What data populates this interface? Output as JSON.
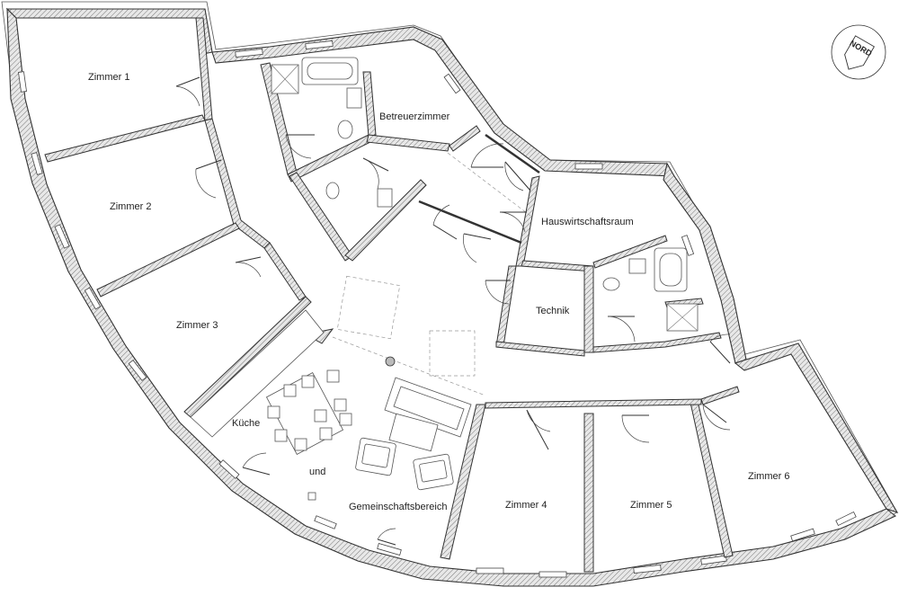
{
  "rooms": {
    "zimmer1": "Zimmer 1",
    "zimmer2": "Zimmer 2",
    "zimmer3": "Zimmer 3",
    "zimmer4": "Zimmer 4",
    "zimmer5": "Zimmer 5",
    "zimmer6": "Zimmer 6",
    "betreuerzimmer": "Betreuerzimmer",
    "hauswirtschaftsraum": "Hauswirtschaftsraum",
    "technik": "Technik",
    "kueche": "Küche",
    "und": "und",
    "gemeinschaftsbereich": "Gemeinschaftsbereich"
  },
  "compass": {
    "label": "NORD"
  },
  "colors": {
    "line": "#333333",
    "background": "#ffffff"
  }
}
